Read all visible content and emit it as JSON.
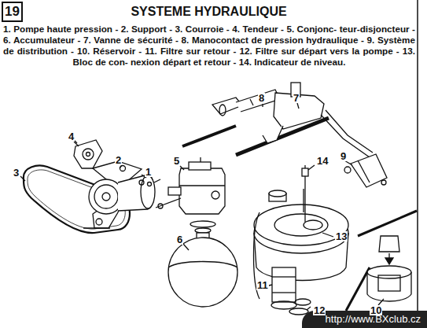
{
  "diagram": {
    "title": "SYSTEME HYDRAULIQUE",
    "nodes": [
      {
        "text": [
          "19"
        ]
      },
      {
        "text": [
          "http://www.BXclub.cz"
        ]
      }
    ],
    "labels": [
      "1. Pompe haute pression - 2. Support - 3. Courroie - 4. Tendeur - 5. Conjonc- teur-disjoncteur - 6. Accumulateur - 7. Vanne de sécurité - 8. Manocontact de pression hydraulique - 9. Système de distribution - 10. Réservoir - 11. Filtre sur retour - 12. Filtre sur départ vers la pompe - 13. Bloc de con- nexion départ et retour - 14. Indicateur de niveau.",
      "1",
      "2",
      "3",
      "4",
      "5",
      "6",
      "7",
      "8",
      "9",
      "10",
      "11",
      "12",
      "13",
      "14"
    ]
  }
}
